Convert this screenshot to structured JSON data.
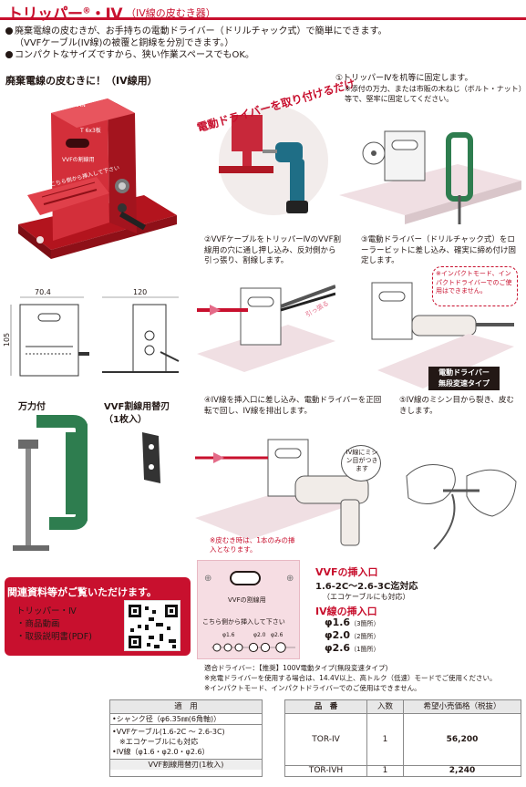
{
  "header": {
    "title": "トリッパー",
    "reg_mark": "®",
    "title_suffix": "・IV",
    "subtitle": "（IV線の皮むき器）"
  },
  "intro": {
    "bullets": [
      "廃棄電線の皮むきが、お手持ちの電動ドライバー（ドリルチャック式）で簡単にできます。",
      "（VVFケーブル(IV線)の被覆と銅線を分別できます。）",
      "コンパクトなサイズですから、狭い作業スペースでもOK。"
    ]
  },
  "main": {
    "section_title": "廃棄電線の皮むきに！（IV線用）",
    "banner": "電動ドライバーを取り付けるだけ",
    "device": {
      "brand": "TOPMAN",
      "model": "T 6x3板",
      "label1": "VVFの割線用",
      "label2": "こちら側から挿入して下さい"
    },
    "dims": {
      "width": "70.4",
      "height": "105",
      "depth": "120"
    }
  },
  "steps": [
    {
      "text": "①トリッパーⅣを机等に固定します。",
      "note": "※添付の万力、または市販の木ねじ（ボルト・ナット）等で、堅牢に固定してください。"
    },
    {
      "text": "②VVFケーブルをトリッパーⅣのVVF割線用の穴に通し押し込み、反対側から引っ張り、割線します。",
      "arrow_label": "引っ張る"
    },
    {
      "text": "③電動ドライバー（ドリルチャック式）をローラービットに差し込み、確実に締め付け固定します。"
    },
    {
      "text": "④IV線を挿入口に差し込み、電動ドライバーを正回転で回し、IV線を排出します。"
    },
    {
      "text": "⑤IV線のミシン目から裂き、皮むきします。"
    }
  ],
  "callouts": {
    "impact_note": "※インパクトモード、インパクトドライバーでのご使用はできません。",
    "driver_label_1": "電動ドライバー",
    "driver_label_2": "無段変速タイプ",
    "perforation": "IV線にミシン目がつきます"
  },
  "accessories": {
    "clamp": "万力付",
    "blade_1": "VVF割線用替刃",
    "blade_2": "（1枚入）"
  },
  "related": {
    "heading": "関連資料等がご覧いただけます。",
    "product": "トリッパー・Ⅳ",
    "items": [
      "・商品動画",
      "・取扱説明書(PDF)"
    ]
  },
  "insertion": {
    "note": "※皮むき時は、1本のみの挿入となります。",
    "panel_label1": "VVFの割線用",
    "panel_label2": "こちら側から挿入して下さい",
    "hole_labels": [
      "φ1.6",
      "φ2.0",
      "φ2.6"
    ],
    "vvf_heading": "VVFの挿入口",
    "vvf_spec": "1.6-2C～2.6-3C迄対応",
    "vvf_sub": "（エコケーブルにも対応）",
    "iv_heading": "IV線の挿入口",
    "iv_rows": [
      {
        "size": "φ1.6",
        "count": "（3箇所）"
      },
      {
        "size": "φ2.0",
        "count": "（2箇所）"
      },
      {
        "size": "φ2.6",
        "count": "（1箇所）"
      }
    ]
  },
  "compat": {
    "line1": "適合ドライバー：【推奨】100V電動タイプ(無段変速タイプ)",
    "line2": "※充電ドライバーを使用する場合は、14.4V以上、高トルク（低速）モードでご使用ください。",
    "line3": "※インパクトモード、インパクトドライバーでのご使用はできません。"
  },
  "table": {
    "left_header": "適　用",
    "left_rows": [
      "•シャンク径（φ6.35㎜(6角軸)）",
      "•VVFケーブル(1.6-2C ～ 2.6-3C)",
      "　※エコケーブルにも対応",
      "•IV線（φ1.6・φ2.0・φ2.6）"
    ],
    "left_footer": "VVF割線用替刃(1枚入)",
    "headers": [
      "品　番",
      "入数",
      "希望小売価格（税抜）"
    ],
    "rows": [
      {
        "code": "TOR-IV",
        "qty": "1",
        "price": "56,200"
      },
      {
        "code": "TOR-IVH",
        "qty": "1",
        "price": "2,240"
      }
    ]
  },
  "colors": {
    "brand_red": "#c8102e",
    "clamp_green": "#2e7d4f",
    "pink": "#f6dde3"
  }
}
